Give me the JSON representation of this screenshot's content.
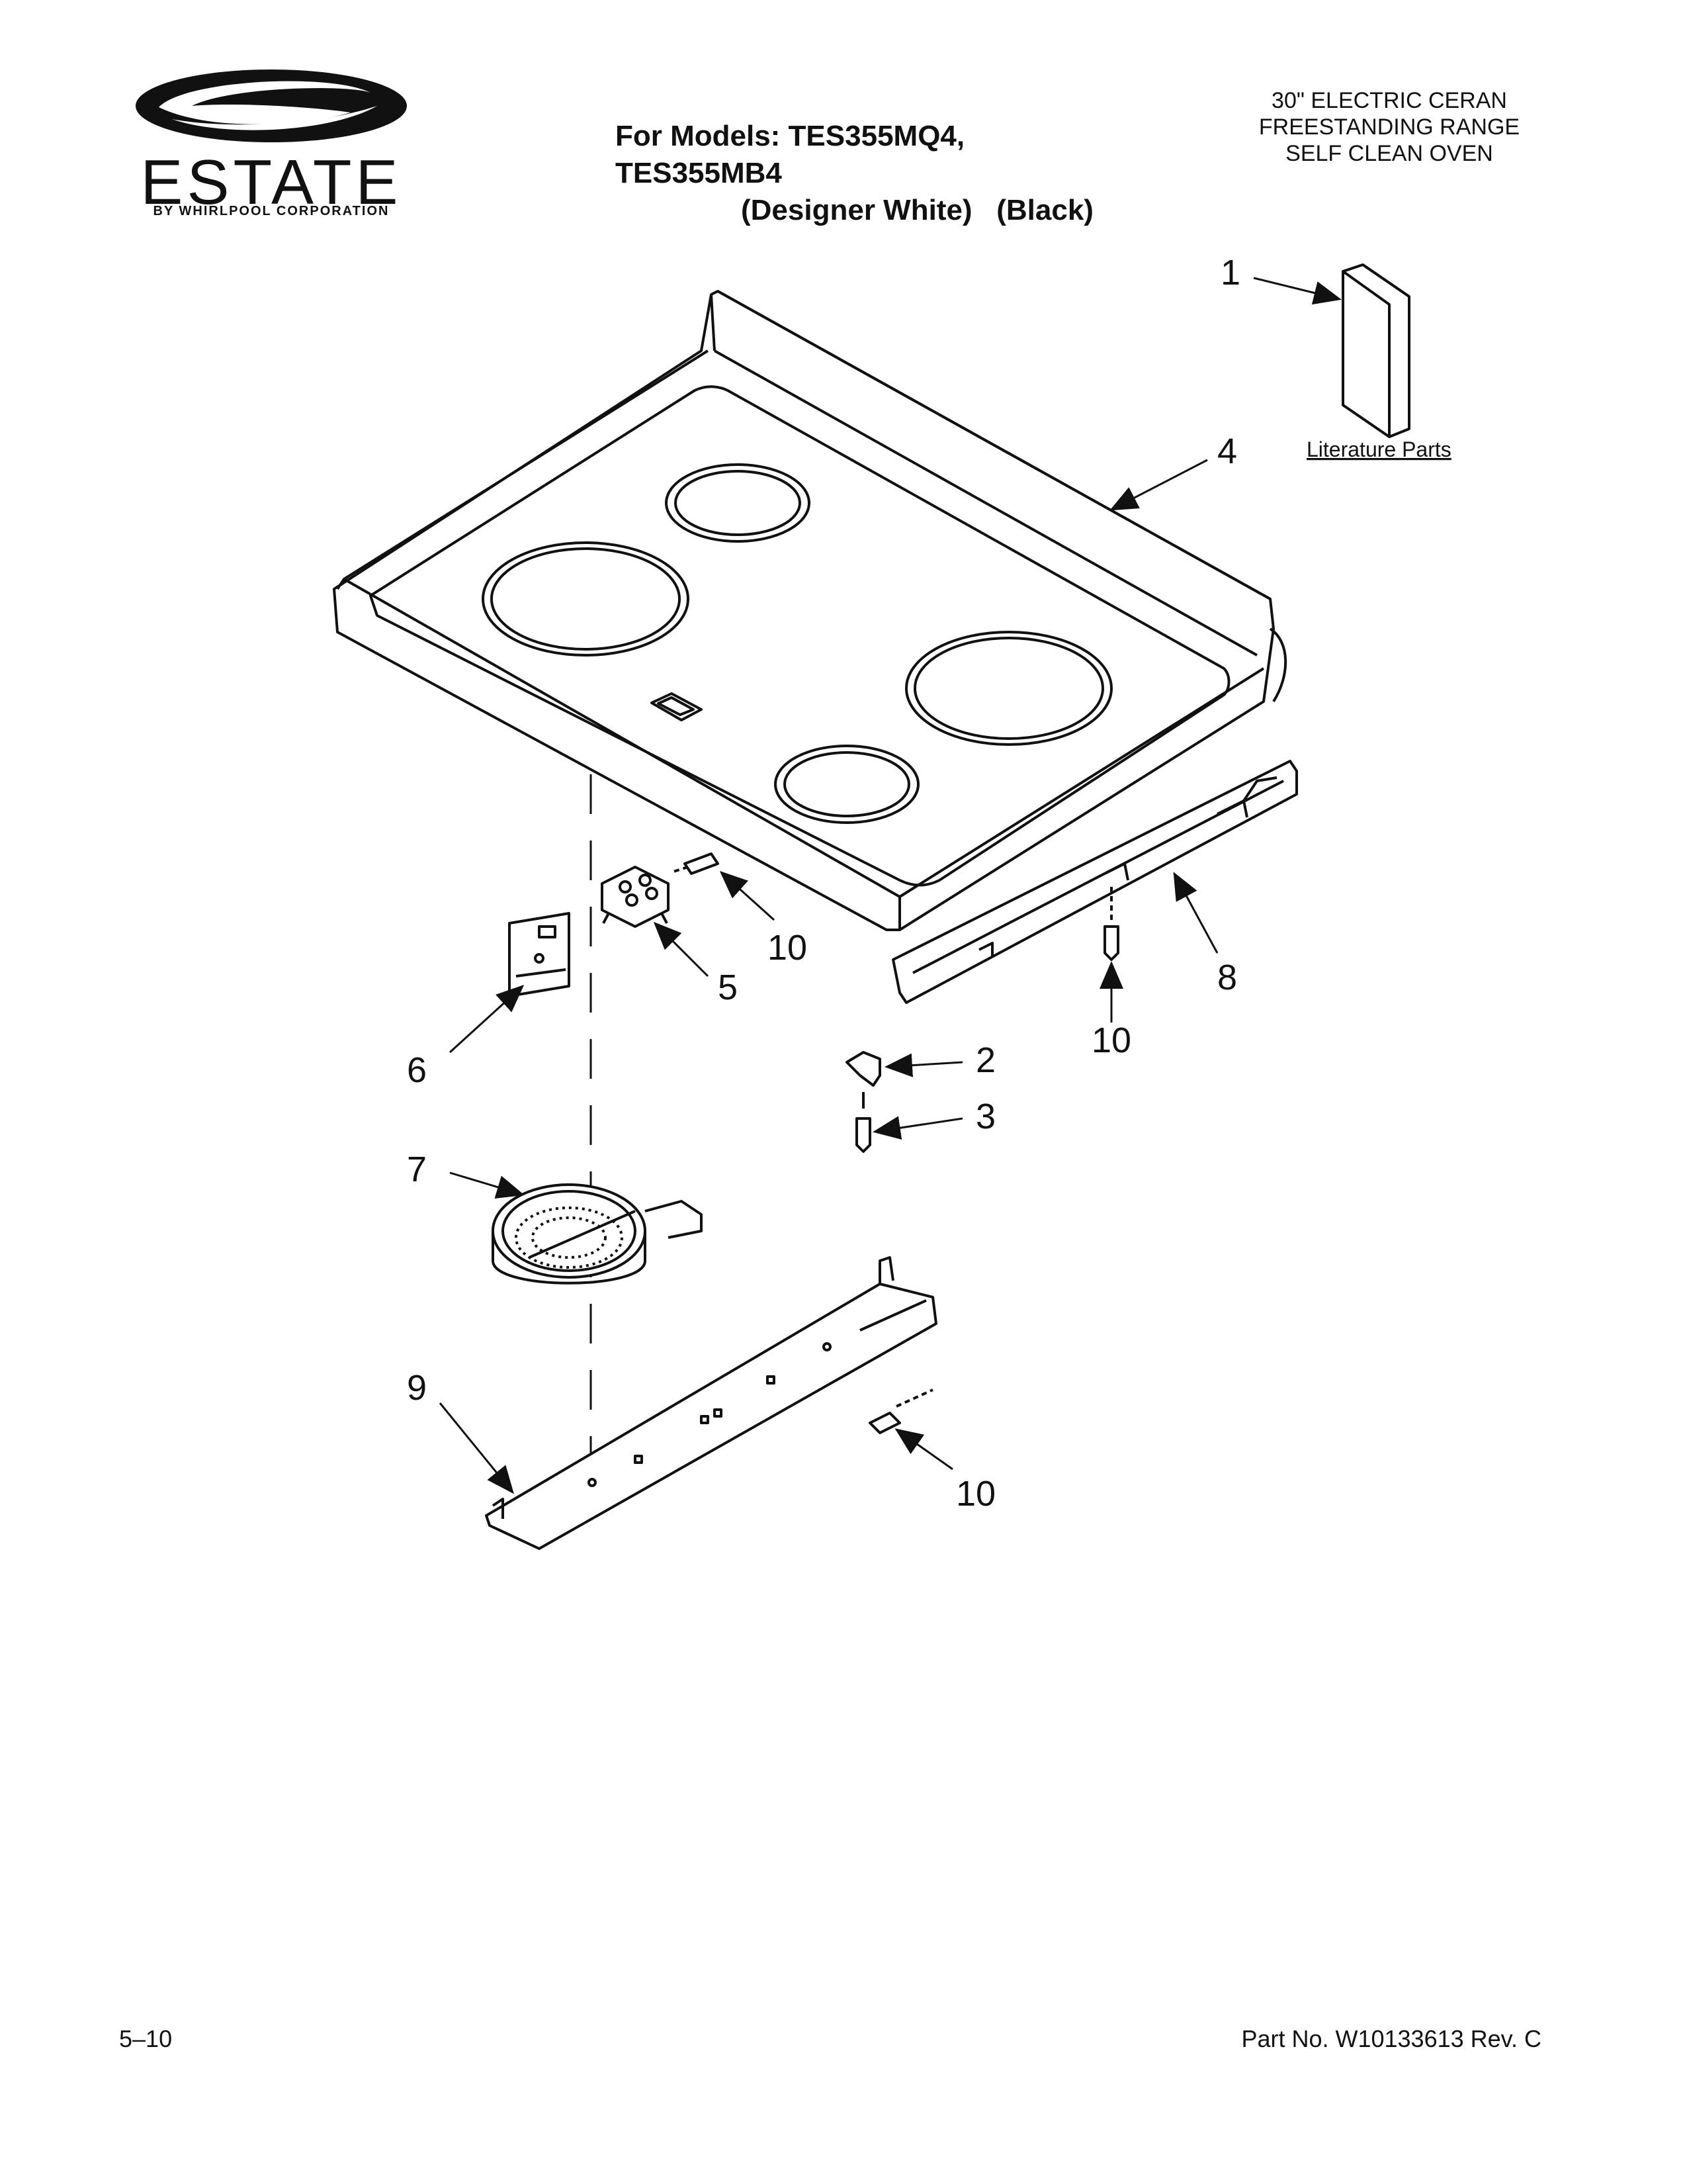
{
  "brand": {
    "name": "ESTATE",
    "tagline": "BY WHIRLPOOL CORPORATION"
  },
  "header": {
    "models_line1": "For Models: TES355MQ4, TES355MB4",
    "models_line2": "(Designer White)   (Black)",
    "appliance_type": [
      "30\" ELECTRIC CERAN",
      "FREESTANDING RANGE",
      "SELF CLEAN OVEN"
    ]
  },
  "diagram": {
    "literature_label": "Literature Parts",
    "callouts": {
      "c1": "1",
      "c4": "4",
      "c10a": "10",
      "c5": "5",
      "c8": "8",
      "c10b": "10",
      "c6": "6",
      "c2": "2",
      "c3": "3",
      "c7": "7",
      "c9": "9",
      "c10c": "10"
    }
  },
  "footer": {
    "page": "5–10",
    "part_no": "Part No. W10133613 Rev. C"
  }
}
